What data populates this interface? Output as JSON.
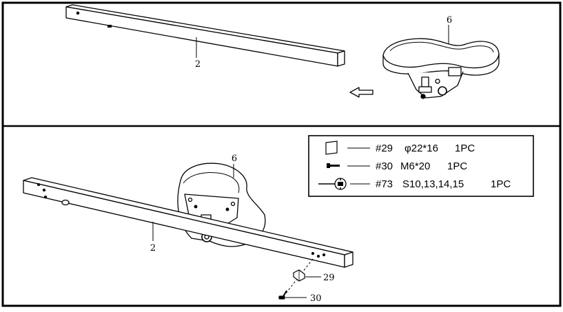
{
  "upper_panel": {
    "callouts": {
      "beam": "2",
      "seat": "6"
    }
  },
  "lower_panel": {
    "callouts": {
      "beam": "2",
      "seat": "6",
      "cap": "29",
      "bolt": "30"
    }
  },
  "legend": {
    "items": [
      {
        "code": "#29",
        "spec": "φ22*16",
        "qty": "1PC",
        "icon": "square-cap-icon"
      },
      {
        "code": "#30",
        "spec": "M6*20",
        "qty": "1PC",
        "icon": "bolt-icon"
      },
      {
        "code": "#73",
        "spec": "S10,13,14,15",
        "qty": "1PC",
        "icon": "wrench-icon"
      }
    ]
  }
}
